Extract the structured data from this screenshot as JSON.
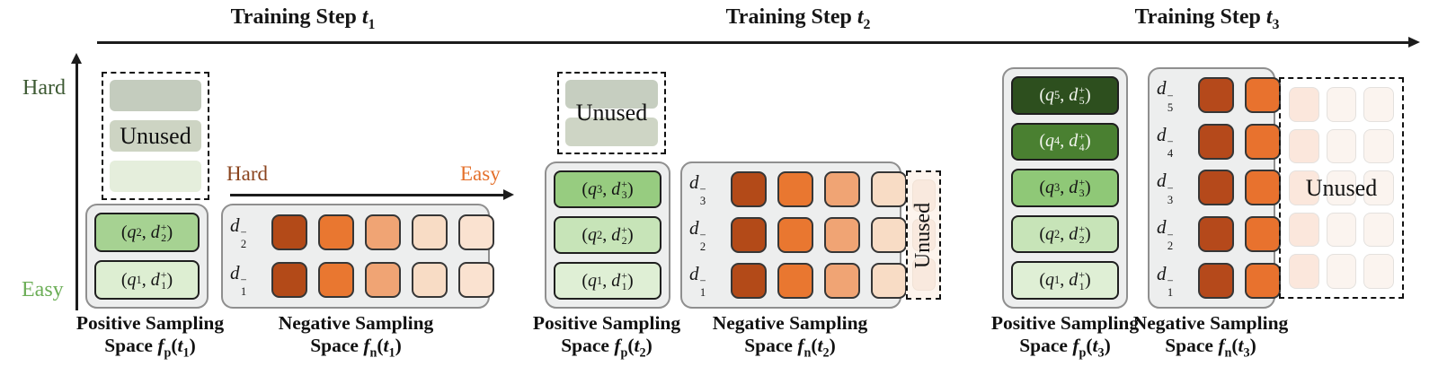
{
  "axis": {
    "hard_label": "Hard",
    "easy_label": "Easy",
    "hard_color": "#3d5a33",
    "easy_color": "#6cae57"
  },
  "hardness": {
    "hard_label": "Hard",
    "easy_label": "Easy",
    "hard_color": "#8a431d",
    "easy_color": "#e4702b"
  },
  "math": {
    "q": "q",
    "d": "d",
    "f": "f",
    "plus": "+",
    "minus": "−"
  },
  "steps": [
    {
      "title": {
        "prefix": "Training Step ",
        "var": "t",
        "sub": "1"
      },
      "unused": {
        "label": "Unused",
        "rows": [
          "#c4ccbe",
          "#cdd4c3",
          "#e5eedc"
        ]
      },
      "positive": {
        "pairs": [
          {
            "n": "2",
            "bg": "#a6d292",
            "fg": "#141414"
          },
          {
            "n": "1",
            "bg": "#ddeed2",
            "fg": "#141414"
          }
        ],
        "caption": {
          "line1": "Positive Sampling",
          "pre": "Space ",
          "f": "f",
          "fsub": "p",
          "t": "t",
          "tsub": "1"
        }
      },
      "negative": {
        "row_labels": [
          "2",
          "1"
        ],
        "cell_colors": [
          "#b34a18",
          "#e97730",
          "#f0a474",
          "#f8dcc5",
          "#fae2d0"
        ],
        "caption": {
          "line1": "Negative Sampling",
          "pre": "Space ",
          "f": "f",
          "fsub": "n",
          "t": "t",
          "tsub": "1"
        }
      }
    },
    {
      "title": {
        "prefix": "Training Step ",
        "var": "t",
        "sub": "2"
      },
      "unused": {
        "label": "Unused",
        "rows": [
          "#c6cec0",
          "#ced5c5"
        ]
      },
      "side_unused": {
        "label": "Unused",
        "bg": "#fdf4ed",
        "ghost_color": "#f9e9de",
        "ghost_count": 3
      },
      "positive": {
        "pairs": [
          {
            "n": "3",
            "bg": "#97cc80",
            "fg": "#141414"
          },
          {
            "n": "2",
            "bg": "#c7e4b8",
            "fg": "#141414"
          },
          {
            "n": "1",
            "bg": "#dfefd5",
            "fg": "#141414"
          }
        ],
        "caption": {
          "line1": "Positive Sampling",
          "pre": "Space ",
          "f": "f",
          "fsub": "p",
          "t": "t",
          "tsub": "2"
        }
      },
      "negative": {
        "row_labels": [
          "3",
          "2",
          "1"
        ],
        "cell_colors": [
          "#b34a18",
          "#e97730",
          "#f0a474",
          "#f8dcc5"
        ],
        "caption": {
          "line1": "Negative Sampling",
          "pre": "Space ",
          "f": "f",
          "fsub": "n",
          "t": "t",
          "tsub": "2"
        }
      }
    },
    {
      "title": {
        "prefix": "Training Step ",
        "var": "t",
        "sub": "3"
      },
      "unused_grid": {
        "label": "Unused",
        "cols": 3,
        "rows": 5,
        "col_colors": [
          "#fbe7dc",
          "#fbf4ef",
          "#fbf4ef"
        ],
        "cell_border": "#e4e1de"
      },
      "positive": {
        "pairs": [
          {
            "n": "5",
            "bg": "#2d4f1e",
            "fg": "#f3f6ef"
          },
          {
            "n": "4",
            "bg": "#4a8031",
            "fg": "#f3f6ef"
          },
          {
            "n": "3",
            "bg": "#8fc877",
            "fg": "#141414"
          },
          {
            "n": "2",
            "bg": "#c7e4b8",
            "fg": "#141414"
          },
          {
            "n": "1",
            "bg": "#dfefd5",
            "fg": "#141414"
          }
        ],
        "caption": {
          "line1": "Positive Sampling",
          "pre": "Space ",
          "f": "f",
          "fsub": "p",
          "t": "t",
          "tsub": "3"
        }
      },
      "negative": {
        "row_labels": [
          "5",
          "4",
          "3",
          "2",
          "1"
        ],
        "cell_colors": [
          "#b5491b",
          "#e8722e"
        ],
        "caption": {
          "line1": "Negative Sampling",
          "pre": "Space ",
          "f": "f",
          "fsub": "n",
          "t": "t",
          "tsub": "3"
        }
      }
    }
  ]
}
